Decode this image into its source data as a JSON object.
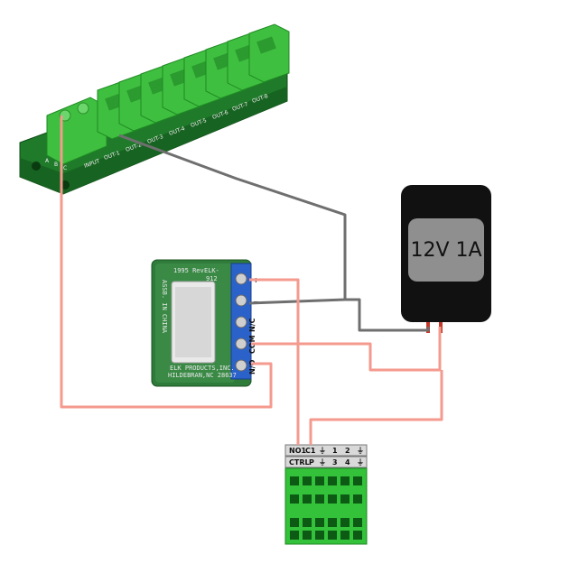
{
  "power_supply": {
    "label": "12V 1A"
  },
  "relay_module": {
    "terminals": [
      "+",
      "−",
      "N/C",
      "COM",
      "N/O"
    ],
    "board_texts": [
      "1995 Rev",
      "ELK-",
      "912",
      "ASSB. IN CHINA",
      "ELK PRODUCTS,INC.",
      "HILDEBRAN,NC 28637"
    ]
  },
  "distribution_block": {
    "terminal_labels": [
      "INPUT",
      "OUT-1",
      "OUT-2",
      "OUT-3",
      "OUT-4",
      "OUT-5",
      "OUT-6",
      "OUT-7",
      "OUT-8"
    ],
    "side_labels": [
      "A",
      "B",
      "C"
    ]
  },
  "control_connector": {
    "row1": [
      "NO1",
      "C1",
      "⏚",
      "1",
      "2",
      "⏚"
    ],
    "row2": [
      "CTRL",
      "P",
      "⏚",
      "3",
      "4",
      "⏚"
    ]
  },
  "colors": {
    "wire_red": "#f49a8e",
    "wire_gray": "#6f6f6f",
    "terminal_green": "#3fbf3f",
    "board_dark": "#1f7a2a",
    "relay_blue": "#2a62c9",
    "psu_black": "#111111",
    "psu_window": "#8f8f8f"
  }
}
